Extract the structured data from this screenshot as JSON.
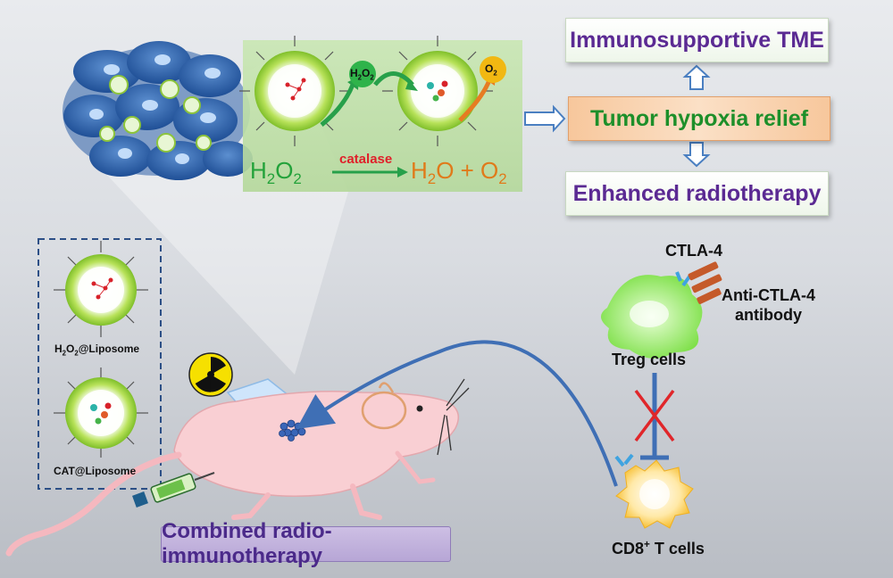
{
  "reaction": {
    "h2o2_bubble": "H",
    "o2_bubble": "O",
    "equation_left": "H",
    "catalase": "catalase",
    "equation_right": "H",
    "equation_right_tail": "O + O"
  },
  "outcomes": {
    "immunosupportive": "Immunosupportive TME",
    "hypoxia": "Tumor hypoxia relief",
    "radiotherapy": "Enhanced radiotherapy"
  },
  "liposomes": {
    "h2o2_prefix": "H",
    "h2o2_mid": "O",
    "h2o2_suffix": "@Liposome",
    "cat": "CAT@Liposome"
  },
  "immune": {
    "ctla4": "CTLA-4",
    "antibody_line1": "Anti-CTLA-4",
    "antibody_line2": "antibody",
    "treg": "Treg cells",
    "cd8_prefix": "CD8",
    "cd8_sup": "+",
    "cd8_suffix": " T cells"
  },
  "therapy": {
    "banner": "Combined radio-immunotherapy"
  },
  "subscripts": {
    "two": "2"
  },
  "colors": {
    "green_text": "#23a23a",
    "orange_text": "#e07a1a",
    "red_text": "#e0202a",
    "purple_text": "#5b2a93",
    "arrow_blue": "#4a7fc1"
  }
}
